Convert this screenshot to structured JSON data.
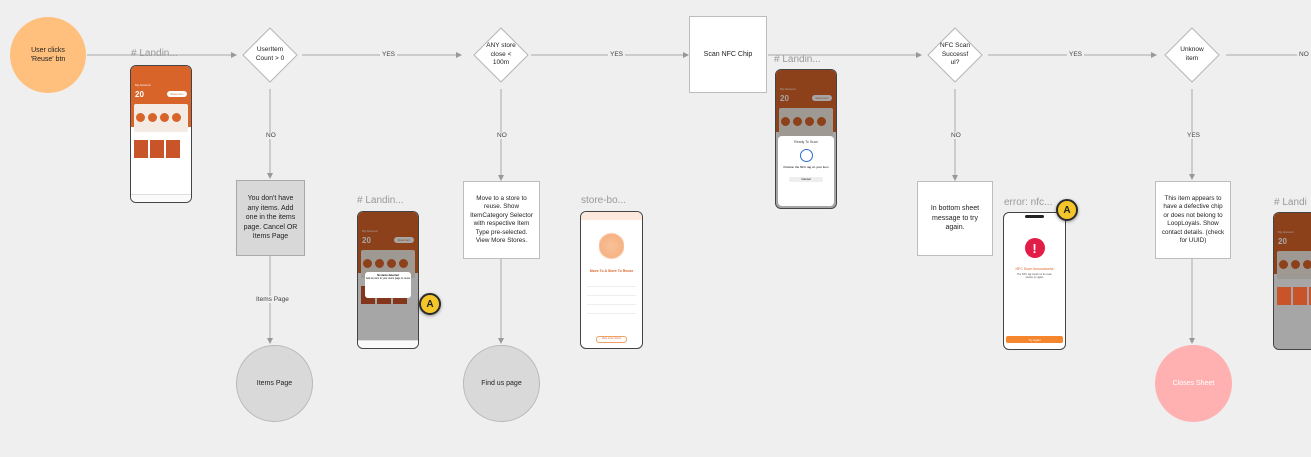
{
  "nodes": {
    "start": "User clicks 'Reuse' btn",
    "d_usercount": "UserItem Count > 0",
    "d_store": "ANY store close < 100m",
    "scan": "Scan NFC Chip",
    "d_nfc": "NFC Scan Successf ul?",
    "d_unknown": "Unknow item",
    "no_items": "You don't have any items. Add one in the items page. Cancel OR Items Page",
    "move_store": "Move to a store to reuse. Show ItemCategory Selector with respective Item Type pre-selected. View More Stores.",
    "bottom_sheet": "In bottom sheet message to try again.",
    "defective": "This item appears to have a defective chip or does not belong to LoopLoyals. Show contact details. (check for UUID)",
    "items_page": "Items Page",
    "find_us": "Find us page",
    "closes_sheet": "Closes Sheet"
  },
  "edge_labels": {
    "yes1": "YES",
    "yes2": "YES",
    "yes3": "YES",
    "no_far": "NO",
    "no1": "NO",
    "no2": "NO",
    "no3": "NO",
    "yes_down": "YES",
    "items_page_edge": "Items Page"
  },
  "frames": {
    "landing1": "# Landin...",
    "landing2": "# Landin...",
    "landing3": "# Landin...",
    "store": "store-bo...",
    "error": "error: nfc...",
    "landing4": "# Landi"
  },
  "badges": {
    "a1": "A",
    "a2": "A"
  },
  "phones": {
    "points": "20",
    "my_account": "My Account",
    "cta": "Reuse Item",
    "ready_to_scan": "Ready To Scan",
    "scan_hint": "Position the NFC tag on your item",
    "cancel": "Cancel",
    "dialog_title": "No items detected",
    "dialog_body": "Add an item to your items page to reuse",
    "store_title": "Move To A Store To Reuse",
    "store_button": "View more stores",
    "error_icon": "!",
    "error_title": "NFC Scan Unsuccessful",
    "error_body": "The NFC tag could not be read, please try again",
    "error_button": "Try Again"
  }
}
